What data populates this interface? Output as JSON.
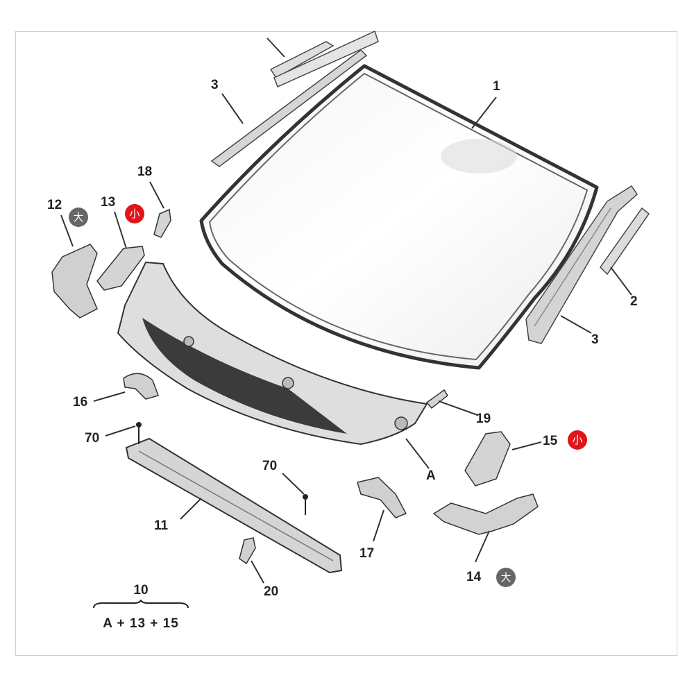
{
  "callouts": {
    "c1": "1",
    "c2": "2",
    "c3a": "3",
    "c3b": "3",
    "c11": "11",
    "c12": "12",
    "c13": "13",
    "c14": "14",
    "c15": "15",
    "c16": "16",
    "c17": "17",
    "c18": "18",
    "c19": "19",
    "c20": "20",
    "c70a": "70",
    "c70b": "70",
    "cA": "A"
  },
  "badges": {
    "b12": "大",
    "b13": "小",
    "b14": "大",
    "b15": "小"
  },
  "formula": {
    "kit_number": "10",
    "contents": "A + 13 + 15"
  },
  "colors": {
    "badge_red": "#e0151b",
    "badge_gray": "#666666",
    "line": "#333333",
    "part_fill": "#d9d9d9"
  }
}
